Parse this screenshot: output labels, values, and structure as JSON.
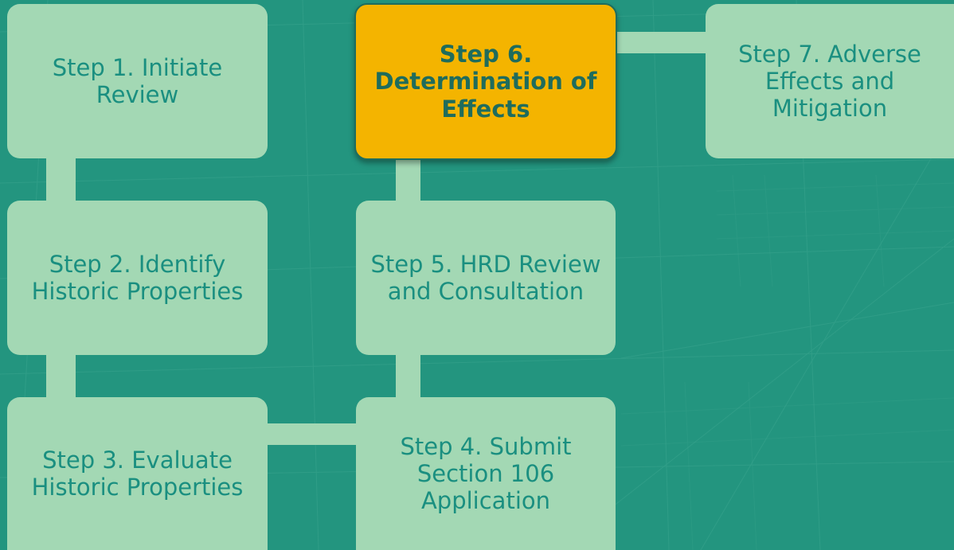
{
  "colors": {
    "background": "#23957f",
    "box": "#a3d8b4",
    "box_text": "#1a8f80",
    "active_box": "#f4b400",
    "active_text": "#1f6c5c"
  },
  "steps": [
    {
      "label": "Step 1. Initiate Review",
      "active": false
    },
    {
      "label": "Step 2. Identify Historic Properties",
      "active": false
    },
    {
      "label": "Step 3. Evaluate Historic Properties",
      "active": false
    },
    {
      "label": "Step 4. Submit Section 106 Application",
      "active": false
    },
    {
      "label": "Step 5. HRD Review and Consultation",
      "active": false
    },
    {
      "label": "Step 6. Determination of Effects",
      "active": true
    },
    {
      "label": "Step 7. Adverse Effects and Mitigation",
      "active": false
    }
  ],
  "connections": [
    [
      "Step 1",
      "Step 2"
    ],
    [
      "Step 2",
      "Step 3"
    ],
    [
      "Step 3",
      "Step 4"
    ],
    [
      "Step 4",
      "Step 5"
    ],
    [
      "Step 5",
      "Step 6"
    ],
    [
      "Step 6",
      "Step 7"
    ]
  ]
}
